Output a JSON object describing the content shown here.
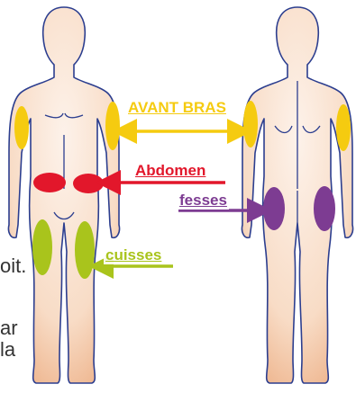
{
  "labels": {
    "avant_bras": "AVANT BRAS",
    "abdomen": "Abdomen",
    "fesses": "fesses",
    "cuisses": "cuisses"
  },
  "background_fragments": [
    "oit.",
    "ar",
    "la"
  ],
  "colors": {
    "skin_light": "#fdeee2",
    "skin_dark": "#f3c09c",
    "outline": "#2c3e8f",
    "arm_zone": "#f5cb10",
    "abdomen_zone": "#e2172b",
    "buttock_zone": "#7d3c92",
    "thigh_zone": "#a9c41c"
  },
  "icons": {
    "arrow": "double-and-single-headed arrows"
  }
}
